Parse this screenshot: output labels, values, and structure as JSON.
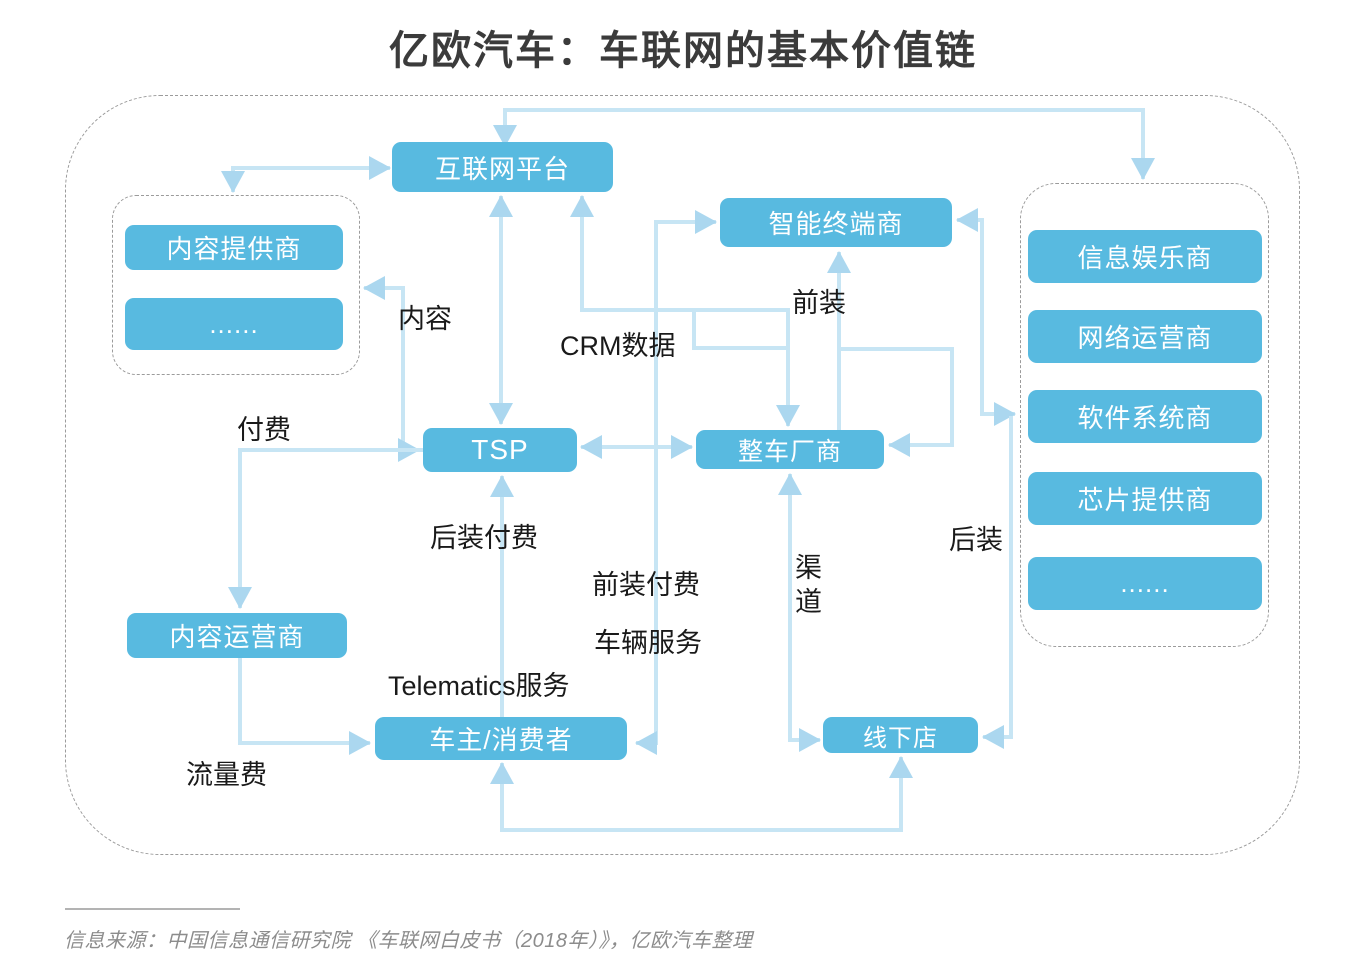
{
  "title": "亿欧汽车：车联网的基本价值链",
  "source_note": "信息来源：中国信息通信研究院 《车联网白皮书（2018年）》，亿欧汽车整理",
  "colors": {
    "node_fill": "#58BAE0",
    "node_text": "#FFFFFF",
    "line": "#C7E5F4",
    "arrow": "#ABD7EF",
    "dashed_border": "#9B9B9B",
    "label_text": "#1A1A1A",
    "title_text": "#3B3B3B",
    "source_text": "#8C8C8C"
  },
  "nodes": {
    "internet_platform": {
      "label": "互联网平台"
    },
    "smart_terminal": {
      "label": "智能终端商"
    },
    "tsp": {
      "label": "TSP"
    },
    "oem": {
      "label": "整车厂商"
    },
    "content_operator": {
      "label": "内容运营商"
    },
    "consumer": {
      "label": "车主/消费者"
    },
    "offline_store": {
      "label": "线下店"
    }
  },
  "left_group": {
    "items": [
      "内容提供商",
      "......"
    ]
  },
  "right_group": {
    "items": [
      "信息娱乐商",
      "网络运营商",
      "软件系统商",
      "芯片提供商",
      "......"
    ]
  },
  "edge_labels": {
    "content": "内容",
    "pay": "付费",
    "crm_data": "CRM数据",
    "front_install": "前装",
    "aftermarket_pay": "后装付费",
    "front_install_pay": "前装付费",
    "vehicle_service": "车辆服务",
    "channel": "渠道",
    "aftermarket": "后装",
    "telematics_service": "Telematics服务",
    "data_fee": "流量费"
  }
}
